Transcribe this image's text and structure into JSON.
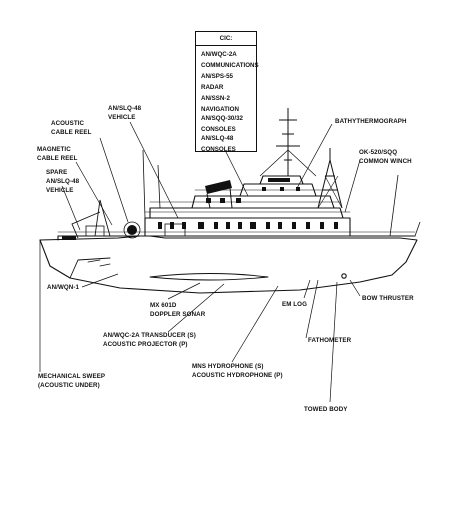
{
  "cic": {
    "title": "CIC:",
    "items": [
      [
        "AN/WQC-2A",
        "COMMUNICATIONS"
      ],
      [
        "AN/SPS-55",
        "RADAR"
      ],
      [
        "AN/SSN-2",
        "NAVIGATION"
      ],
      [
        "AN/SQQ-30/32",
        "CONSOLES"
      ],
      [
        "AN/SLQ-48",
        "CONSOLES"
      ]
    ]
  },
  "labels": {
    "slq48_vehicle": [
      "AN/SLQ-48",
      "VEHICLE"
    ],
    "acoustic_cable_reel": [
      "ACOUSTIC",
      "CABLE REEL"
    ],
    "magnetic_cable_reel": [
      "MAGNETIC",
      "CABLE REEL"
    ],
    "spare_vehicle": [
      "SPARE",
      "AN/SLQ-48",
      "VEHICLE"
    ],
    "bathythermograph": [
      "BATHYTHERMOGRAPH"
    ],
    "common_winch": [
      "OK-520/SQQ",
      "COMMON WINCH"
    ],
    "wqn1": [
      "AN/WQN-1"
    ],
    "doppler_sonar": [
      "MX 601D",
      "DOPPLER SONAR"
    ],
    "em_log": [
      "EM LOG"
    ],
    "bow_thruster": [
      "BOW THRUSTER"
    ],
    "transducer": [
      "AN/WQC-2A TRANSDUCER (S)",
      "ACOUSTIC PROJECTOR (P)"
    ],
    "fathometer": [
      "FATHOMETER"
    ],
    "mechanical_sweep": [
      "MECHANICAL SWEEP",
      "(ACOUSTIC UNDER)"
    ],
    "hydrophone": [
      "MNS HYDROPHONE (S)",
      "ACOUSTIC HYDROPHONE (P)"
    ],
    "towed_body": [
      "TOWED BODY"
    ]
  }
}
